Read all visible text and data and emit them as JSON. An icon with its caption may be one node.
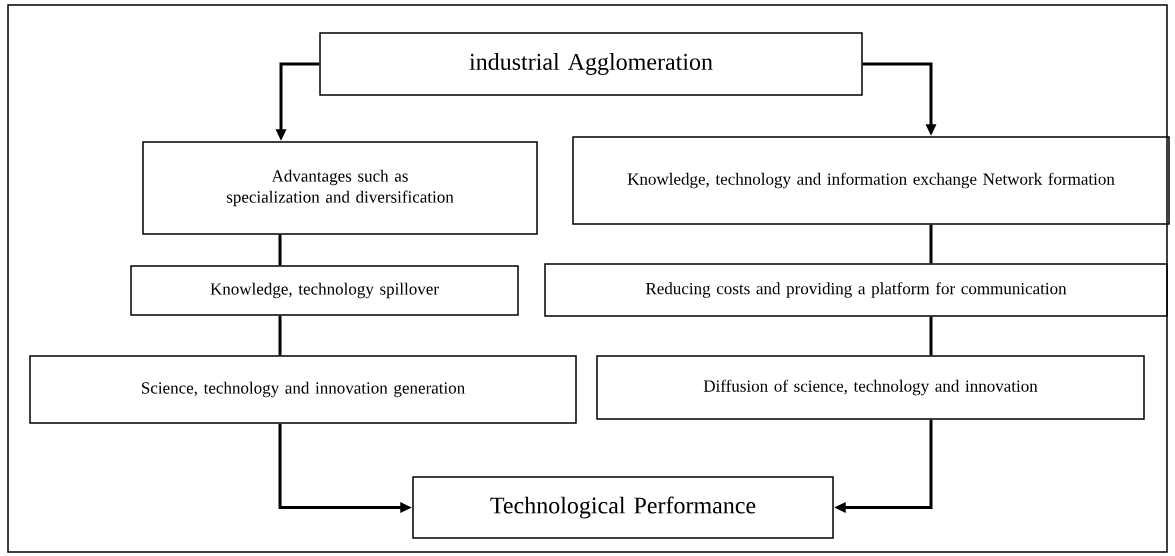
{
  "diagram": {
    "nodes": [
      {
        "text": [
          "industrial Agglomeration"
        ]
      },
      {
        "text": [
          "Advantages such as specialization and diversification"
        ]
      },
      {
        "text": [
          "Knowledge, technology and information exchange Network formation"
        ]
      },
      {
        "text": [
          "Knowledge, technology spillover"
        ]
      },
      {
        "text": [
          "Reducing costs and providing a platform for communication"
        ]
      },
      {
        "text": [
          "Science, technology and innovation generation"
        ]
      },
      {
        "text": [
          "Diffusion of science, technology and innovation"
        ]
      },
      {
        "text": [
          "Technological Performance"
        ]
      }
    ],
    "edges": [
      {
        "from": 0,
        "to": 1,
        "arrow": "to"
      },
      {
        "from": 0,
        "to": 2,
        "arrow": "to"
      },
      {
        "from": 1,
        "to": 3,
        "arrow": "none"
      },
      {
        "from": 3,
        "to": 5,
        "arrow": "none"
      },
      {
        "from": 2,
        "to": 4,
        "arrow": "none"
      },
      {
        "from": 4,
        "to": 6,
        "arrow": "none"
      },
      {
        "from": 5,
        "to": 7,
        "arrow": "to"
      },
      {
        "from": 6,
        "to": 7,
        "arrow": "to"
      }
    ]
  }
}
